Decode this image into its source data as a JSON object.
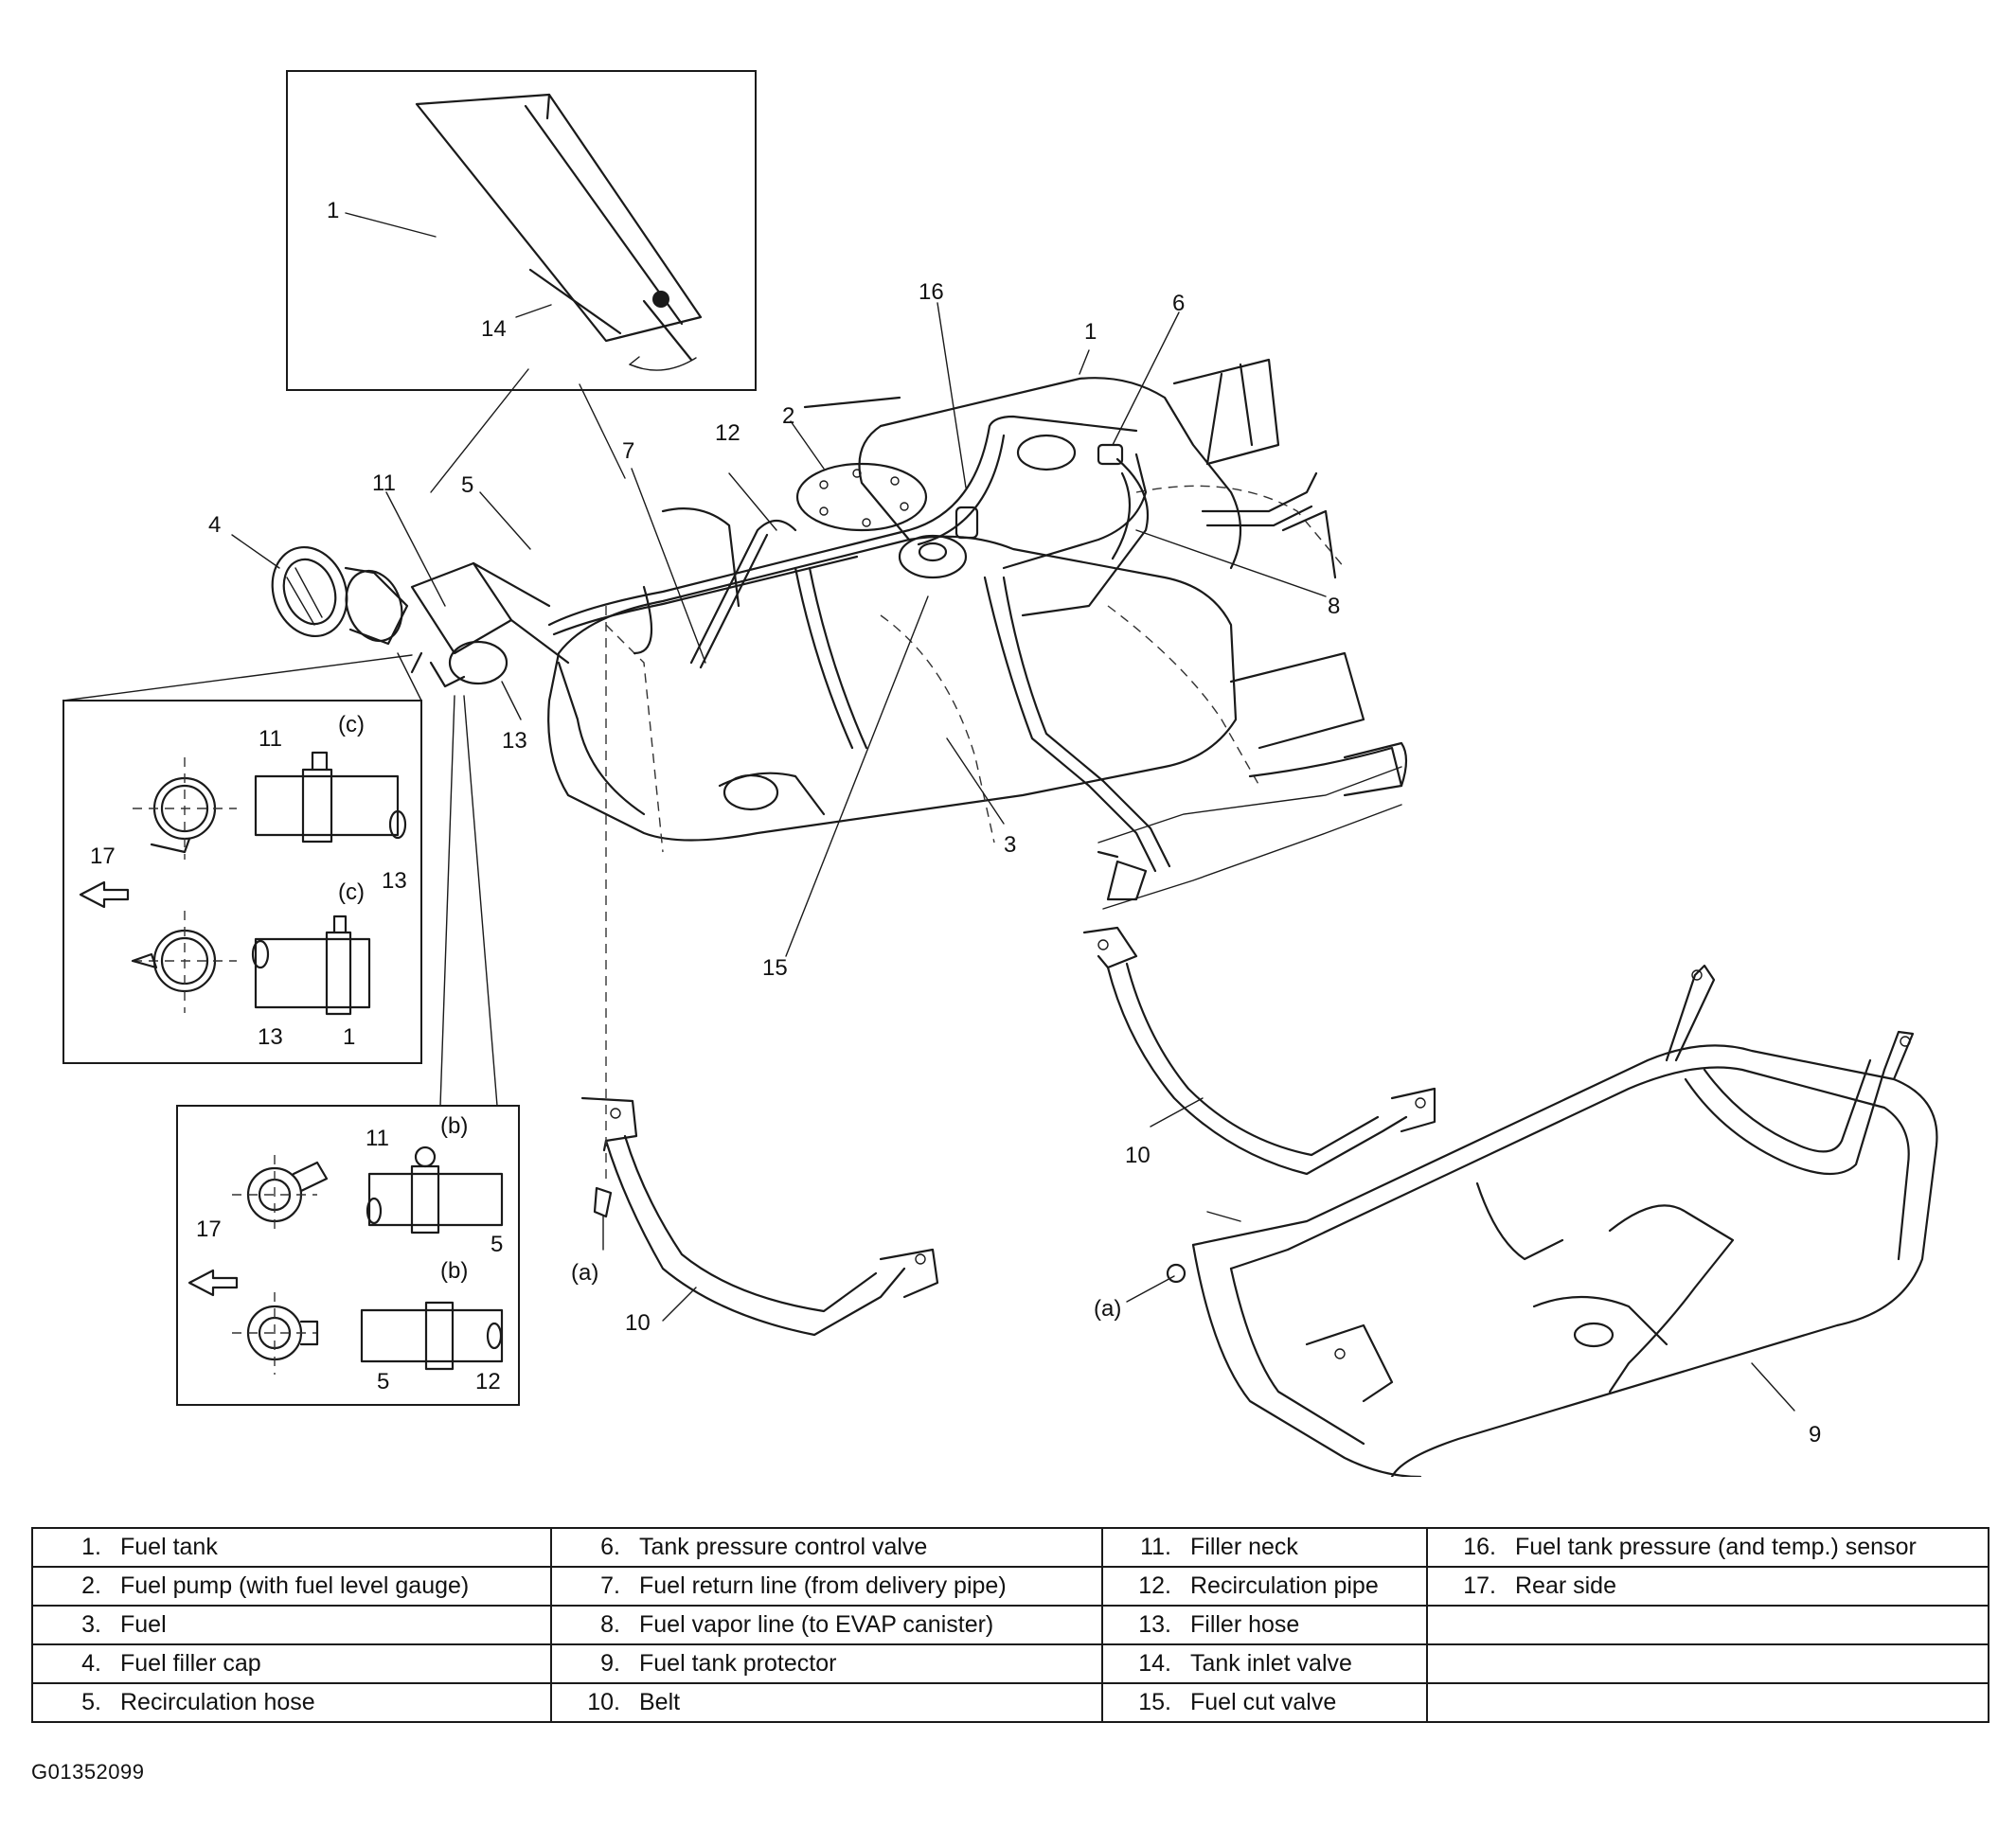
{
  "callouts": {
    "c1": "1",
    "c2": "2",
    "c3": "3",
    "c4": "4",
    "c5": "5",
    "c6": "6",
    "c7": "7",
    "c8": "8",
    "c9": "9",
    "c10": "10",
    "c11": "11",
    "c12": "12",
    "c13": "13",
    "c14": "14",
    "c15": "15",
    "c16": "16",
    "c17": "17",
    "a": "(a)",
    "b": "(b)",
    "c": "(c)"
  },
  "legend": [
    [
      {
        "num": "1.",
        "label": "Fuel tank"
      },
      {
        "num": "6.",
        "label": "Tank pressure control valve"
      },
      {
        "num": "11.",
        "label": "Filler neck"
      },
      {
        "num": "16.",
        "label": "Fuel tank pressure (and temp.) sensor"
      }
    ],
    [
      {
        "num": "2.",
        "label": "Fuel pump (with fuel level gauge)"
      },
      {
        "num": "7.",
        "label": "Fuel return line (from delivery pipe)"
      },
      {
        "num": "12.",
        "label": "Recirculation pipe"
      },
      {
        "num": "17.",
        "label": "Rear side"
      }
    ],
    [
      {
        "num": "3.",
        "label": "Fuel"
      },
      {
        "num": "8.",
        "label": "Fuel vapor line (to EVAP canister)"
      },
      {
        "num": "13.",
        "label": "Filler hose"
      },
      {
        "num": "",
        "label": ""
      }
    ],
    [
      {
        "num": "4.",
        "label": "Fuel filler cap"
      },
      {
        "num": "9.",
        "label": "Fuel tank protector"
      },
      {
        "num": "14.",
        "label": "Tank inlet valve"
      },
      {
        "num": "",
        "label": ""
      }
    ],
    [
      {
        "num": "5.",
        "label": "Recirculation hose"
      },
      {
        "num": "10.",
        "label": "Belt"
      },
      {
        "num": "15.",
        "label": "Fuel cut valve"
      },
      {
        "num": "",
        "label": ""
      }
    ]
  ],
  "figure_code": "G01352099"
}
